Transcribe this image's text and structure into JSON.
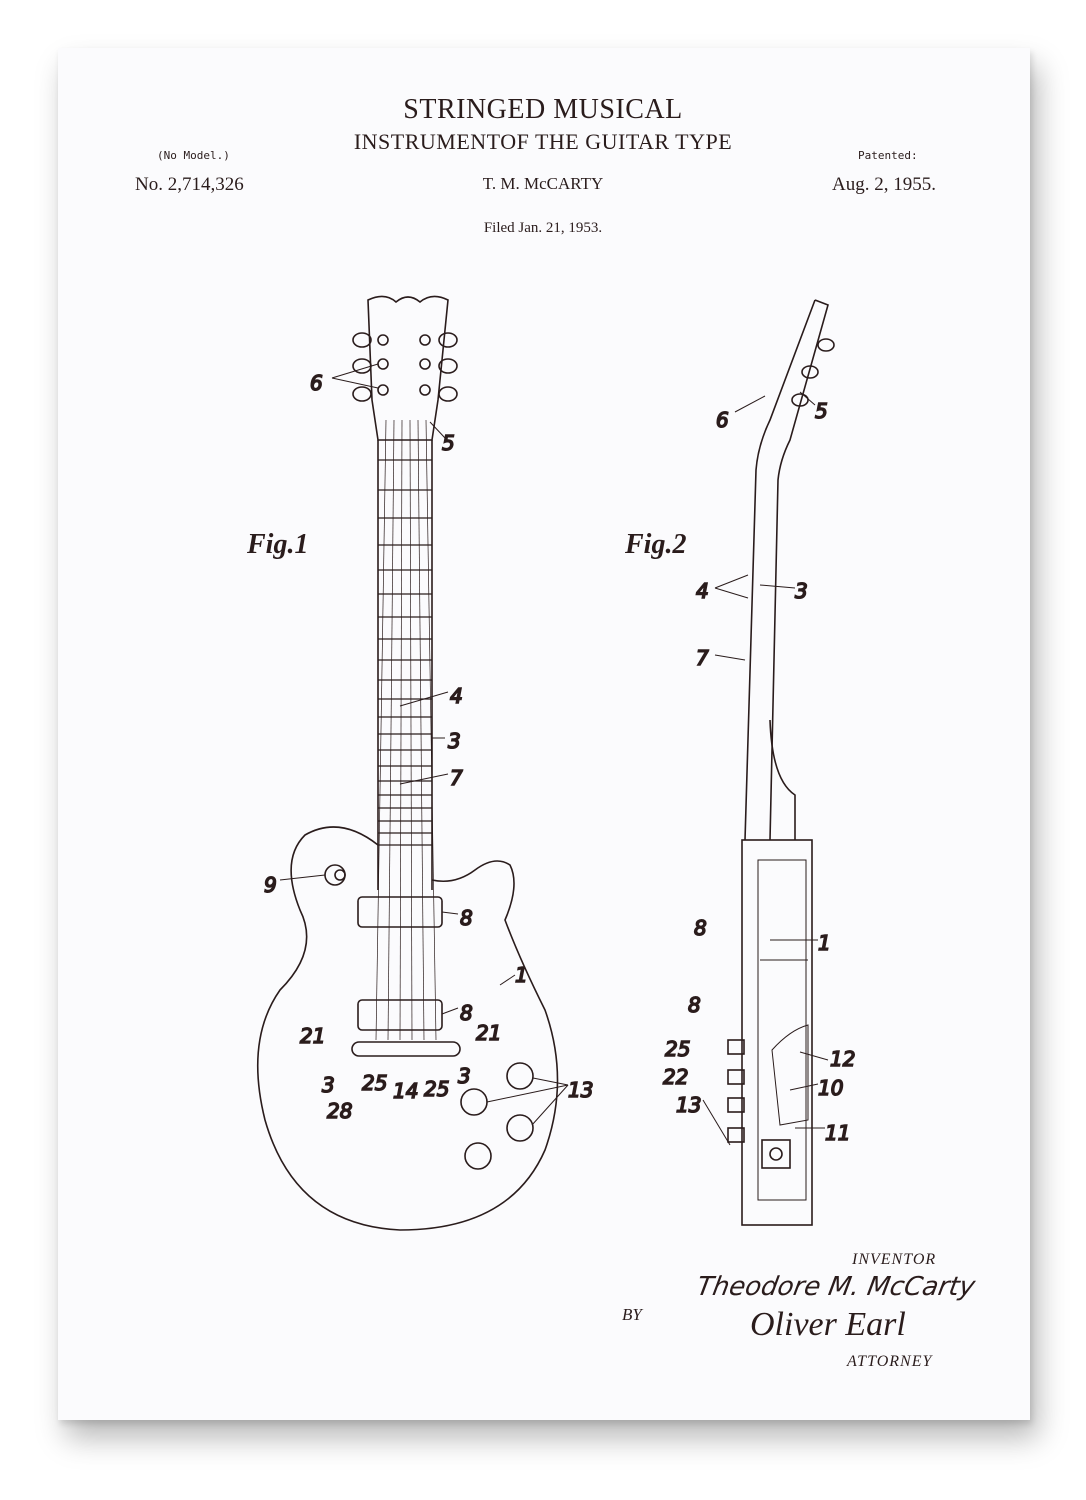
{
  "header": {
    "title_line1": "STRINGED MUSICAL",
    "title_line2": "INSTRUMENTOF THE GUITAR TYPE",
    "no_model": "(No Model.)",
    "patented_label": "Patented:",
    "patent_number": "No. 2,714,326",
    "inventor_name": "T. M. McCARTY",
    "patent_date": "Aug. 2, 1955.",
    "filed": "Filed Jan. 21, 1953."
  },
  "figures": {
    "fig1": "Fig.1",
    "fig2": "Fig.2",
    "fig1_labels": [
      "6",
      "5",
      "4",
      "3",
      "7",
      "9",
      "8",
      "1",
      "8",
      "21",
      "21",
      "3",
      "25",
      "14",
      "25",
      "3",
      "28",
      "13"
    ],
    "fig2_labels": [
      "6",
      "5",
      "4",
      "3",
      "7",
      "8",
      "1",
      "8",
      "25",
      "12",
      "22",
      "10",
      "13",
      "11"
    ]
  },
  "footer": {
    "inventor_label": "INVENTOR",
    "inventor_signature": "Theodore M. McCarty",
    "by": "BY",
    "attorney_signature": "Oliver Earl",
    "attorney_label": "ATTORNEY"
  },
  "colors": {
    "ink": "#2a1c1c",
    "paper": "#fbfbfd"
  }
}
